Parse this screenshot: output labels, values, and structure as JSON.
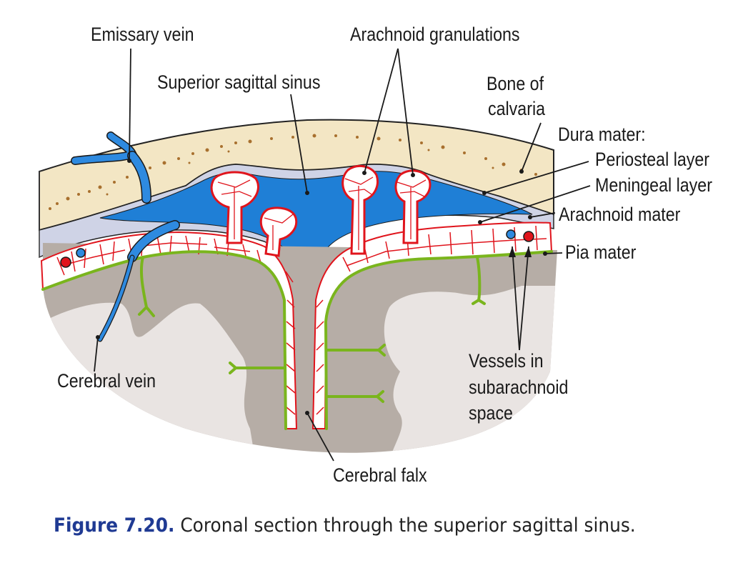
{
  "figure": {
    "number_label": "Figure 7.20.",
    "caption": "Coronal section through the superior sagittal sinus."
  },
  "labels": {
    "emissary_vein": "Emissary vein",
    "arachnoid_granulations": "Arachnoid granulations",
    "superior_sagittal_sinus": "Superior sagittal sinus",
    "bone_of_calvaria_1": "Bone of",
    "bone_of_calvaria_2": "calvaria",
    "dura_mater": "Dura mater:",
    "periosteal_layer": "Periosteal layer",
    "meningeal_layer": "Meningeal layer",
    "arachnoid_mater": "Arachnoid mater",
    "pia_mater": "Pia mater",
    "cerebral_vein": "Cerebral vein",
    "vessels_1": "Vessels in",
    "vessels_2": "subarachnoid",
    "vessels_3": "space",
    "cerebral_falx": "Cerebral falx"
  },
  "colors": {
    "bone": "#f3e6c4",
    "bone_speckle": "#a8702e",
    "sinus_blue": "#1f7fd6",
    "dura": "#cfd3e6",
    "vessel_red": "#e0141c",
    "pia_green": "#7ab51d",
    "brain_dark": "#b6ada6",
    "brain_light": "#e9e4e2",
    "caption_blue": "#1f3a93"
  }
}
